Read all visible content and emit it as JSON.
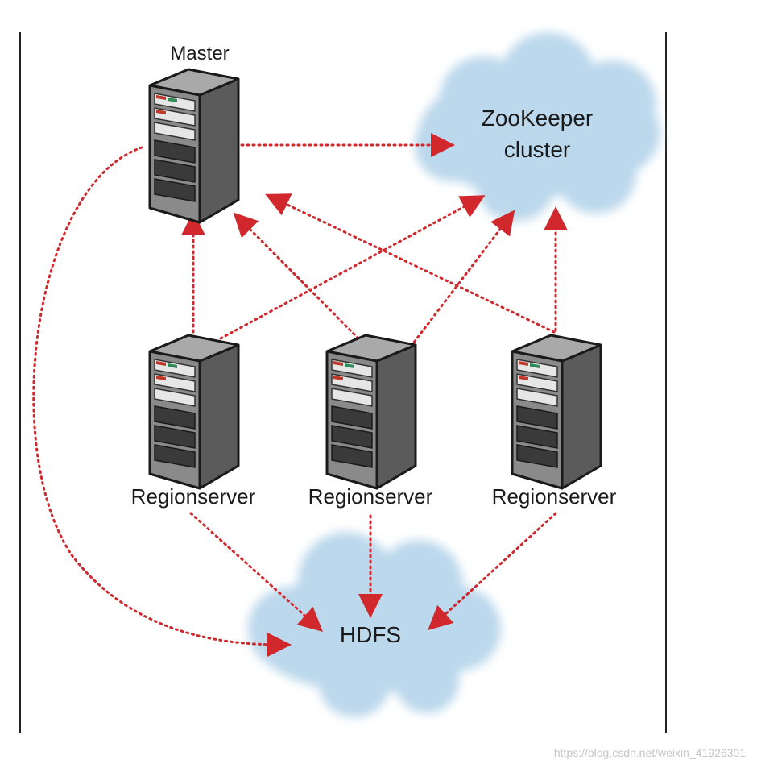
{
  "nodes": {
    "master": "Master",
    "zookeeper": [
      "ZooKeeper",
      "cluster"
    ],
    "regionservers": [
      "Regionserver",
      "Regionserver",
      "Regionserver"
    ],
    "hdfs": "HDFS"
  },
  "colors": {
    "arrow": "#d0282c",
    "cloud": "#bcd8ec",
    "server_body": "#7d7d7d",
    "server_outline": "#1a1a1a"
  },
  "watermark": "https://blog.csdn.net/weixin_41926301"
}
